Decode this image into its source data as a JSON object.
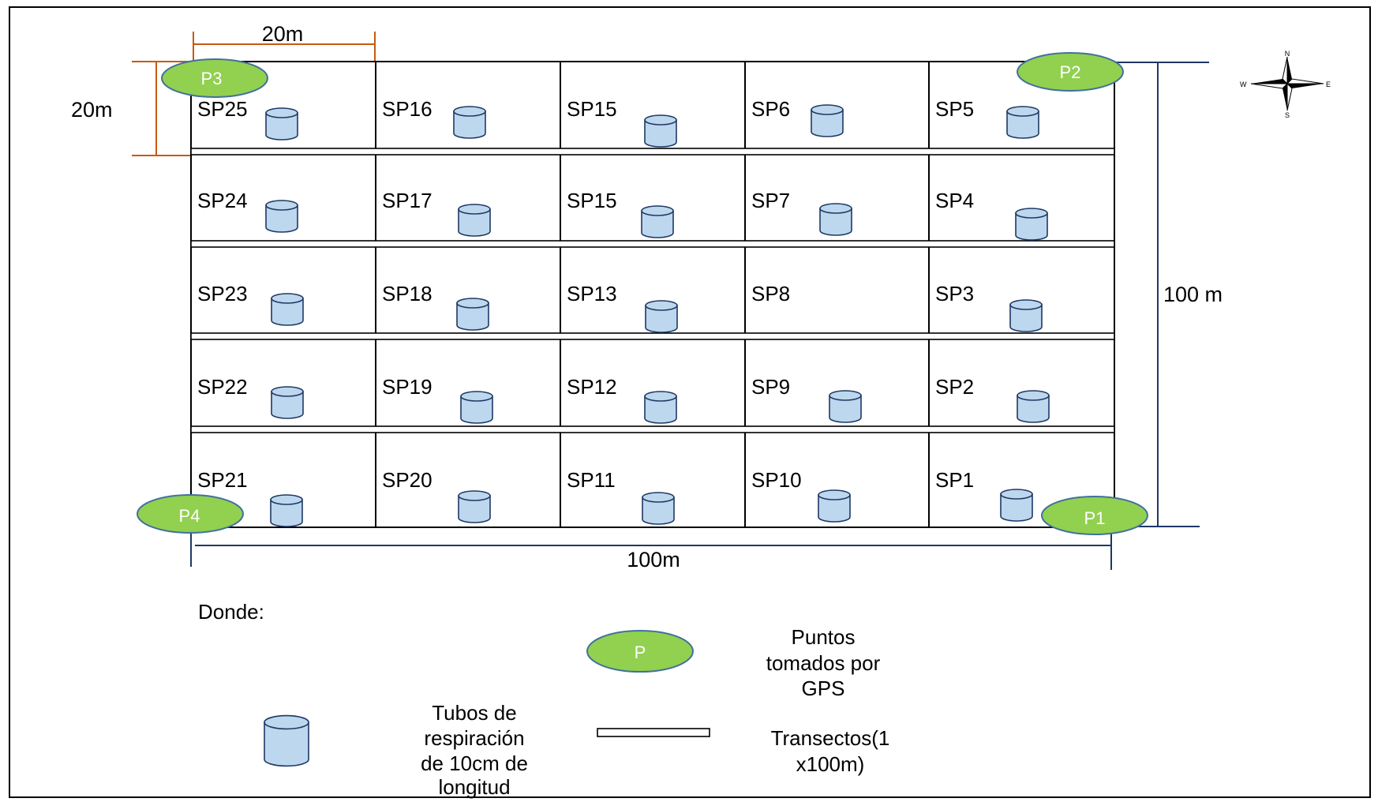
{
  "dimensions": {
    "cell_width": "20m",
    "cell_height": "20m",
    "plot_height": "100 m",
    "plot_width": "100m"
  },
  "gps_points": [
    "P1",
    "P2",
    "P3",
    "P4"
  ],
  "grid": [
    [
      "SP25",
      "SP16",
      "SP15",
      "SP6",
      "SP5"
    ],
    [
      "SP24",
      "SP17",
      "SP15",
      "SP7",
      "SP4"
    ],
    [
      "SP23",
      "SP18",
      "SP13",
      "SP8",
      "SP3"
    ],
    [
      "SP22",
      "SP19",
      "SP12",
      "SP9",
      "SP2"
    ],
    [
      "SP21",
      "SP20",
      "SP11",
      "SP10",
      "SP1"
    ]
  ],
  "compass": {
    "n": "N",
    "s": "S",
    "e": "E",
    "w": "W"
  },
  "legend": {
    "heading": "Donde:",
    "gps_symbol": "P",
    "gps_text": [
      "Puntos",
      "tomados por",
      "GPS"
    ],
    "tube_text": [
      "Tubos de",
      "respiración",
      "de 10cm de",
      "longitud"
    ],
    "transect_text": [
      "Transectos(1",
      "x100m)"
    ]
  },
  "colors": {
    "gps_fill": "#92d050",
    "gps_stroke": "#41719c",
    "tube_fill": "#bdd7ee",
    "tube_stroke": "#1f3864",
    "dimension_orange": "#c55a11",
    "dimension_navy": "#1f3864"
  }
}
